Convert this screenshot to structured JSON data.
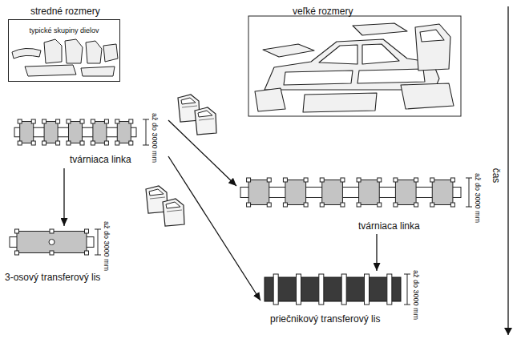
{
  "diagram": {
    "nodes": [
      {
        "text": [
          "typické skupiny dielov"
        ]
      },
      {
        "text": [
          "tvárniaca linka"
        ]
      },
      {
        "text": [
          "tvárniaca linka"
        ]
      },
      {
        "text": [
          "3-osový transferový lis"
        ]
      },
      {
        "text": [
          "priečnikový transferový lis"
        ]
      }
    ],
    "edges": [
      {
        "from": 1,
        "to": 2,
        "arrow": "to"
      },
      {
        "from": 1,
        "to": 3,
        "arrow": "to"
      },
      {
        "from": 1,
        "to": 4,
        "arrow": "to"
      },
      {
        "from": 2,
        "to": 4,
        "arrow": "to"
      }
    ],
    "labels": [
      "stredné rozmery",
      "veľké rozmery",
      "až do 3000 mm",
      "až do 3000 mm",
      "až do 3000 mm",
      "až do 3000 mm",
      "čas"
    ]
  }
}
